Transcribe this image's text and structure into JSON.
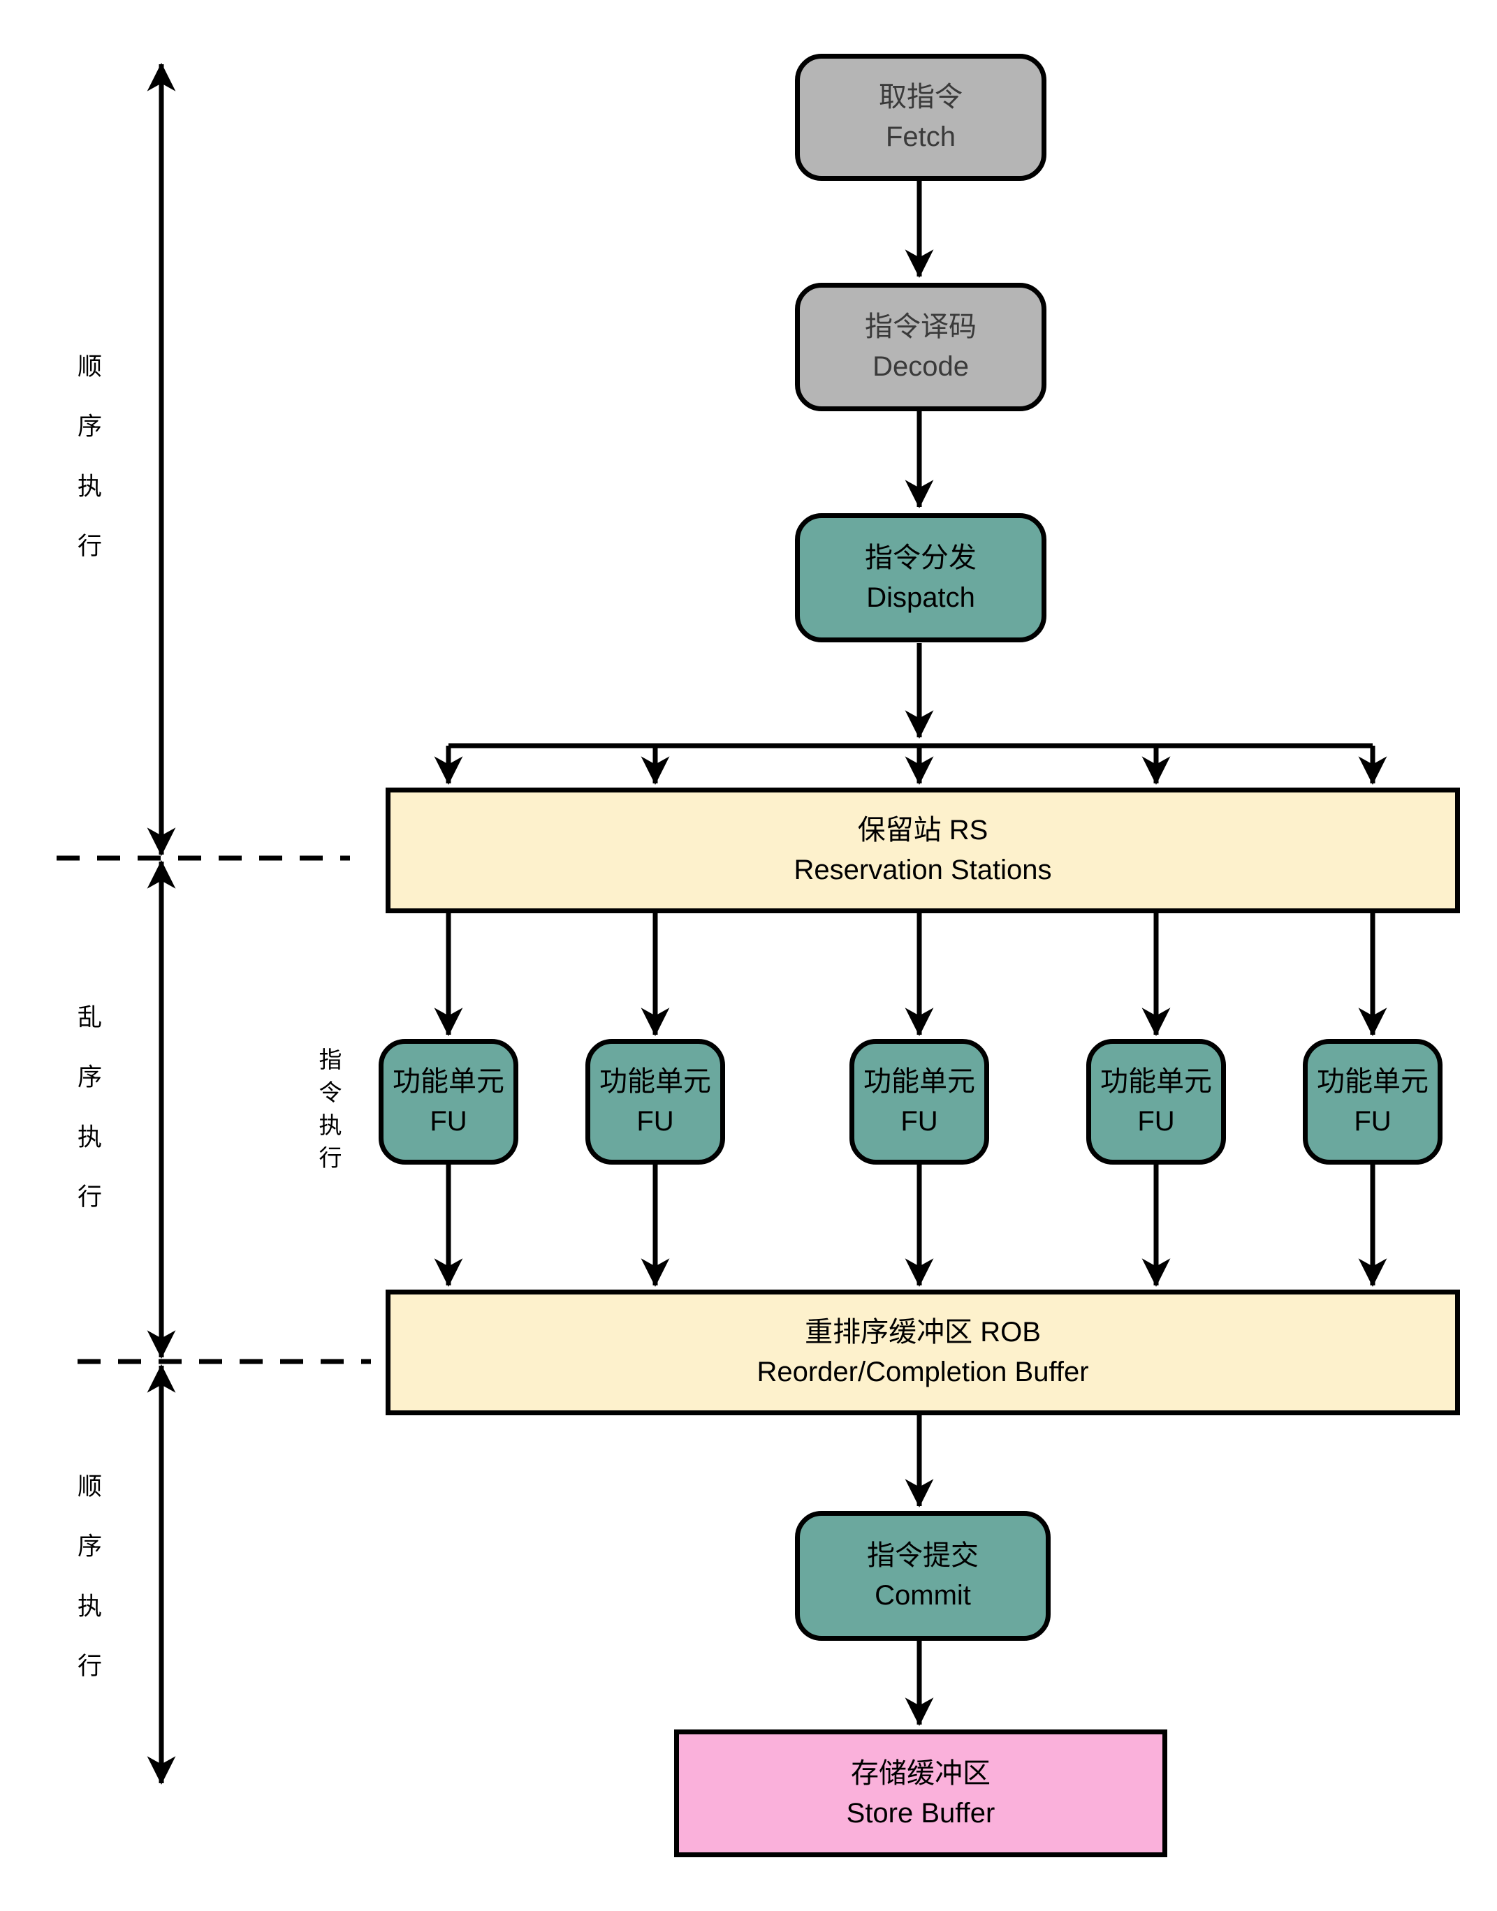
{
  "diagram": {
    "background": "#FFFFFF",
    "colors": {
      "box_border": "#000000",
      "connector_line": "#000000",
      "gray_fill": "#B5B5B5",
      "gray_text": "#3A3A3A",
      "teal_fill": "#6BA89E",
      "cream_fill": "#FDF1CC",
      "pink_fill": "#FAB1DB"
    },
    "nodes": {
      "fetch": {
        "zh": "取指令",
        "en": "Fetch"
      },
      "decode": {
        "zh": "指令译码",
        "en": "Decode"
      },
      "dispatch": {
        "zh": "指令分发",
        "en": "Dispatch"
      },
      "reservation_stations": {
        "zh": "保留站 RS",
        "en": "Reservation Stations"
      },
      "rob": {
        "zh": "重排序缓冲区 ROB",
        "en": "Reorder/Completion Buffer"
      },
      "commit": {
        "zh": "指令提交",
        "en": "Commit"
      },
      "store_buffer": {
        "zh": "存储缓冲区",
        "en": "Store Buffer"
      }
    },
    "fu_units": [
      {
        "zh": "功能单元",
        "en": "FU"
      },
      {
        "zh": "功能单元",
        "en": "FU"
      },
      {
        "zh": "功能单元",
        "en": "FU"
      },
      {
        "zh": "功能单元",
        "en": "FU"
      },
      {
        "zh": "功能单元",
        "en": "FU"
      }
    ],
    "side_labels": {
      "in_order_top": "顺序执行",
      "out_of_order": "乱序执行",
      "in_order_bottom": "顺序执行",
      "instruction_execute": "指令执行"
    }
  }
}
